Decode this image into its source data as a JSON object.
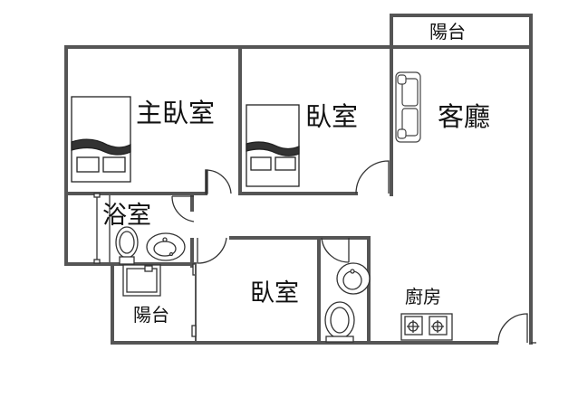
{
  "rooms": {
    "balcony_top": "陽台",
    "master_bedroom": "主臥室",
    "bedroom_upper": "臥室",
    "living_room": "客廳",
    "bathroom": "浴室",
    "bedroom_lower": "臥室",
    "balcony_lower": "陽台",
    "kitchen": "廚房"
  },
  "colors": {
    "wall": "#555555",
    "line": "#333333",
    "fill": "#ffffff"
  }
}
